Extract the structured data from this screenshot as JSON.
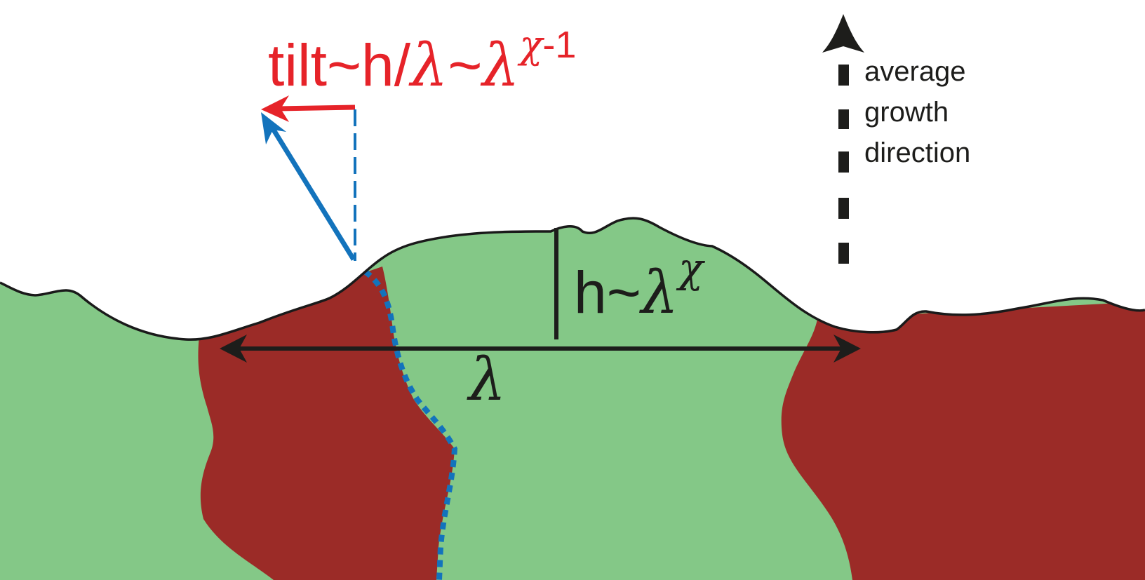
{
  "colors": {
    "green_grain": "#84c887",
    "red_grain": "#9b2b27",
    "outline": "#1a1a1a",
    "axis": "#1d1d1b",
    "tilt_red": "#e62329",
    "growth_blue": "#1373bc",
    "background": "#ffffff"
  },
  "tilt_label": {
    "prefix": "tilt~h/",
    "lambda": "λ",
    "tilde": "~",
    "lambda2": "λ",
    "exponent_chi": "χ",
    "exponent_rest": "-1"
  },
  "height_label": {
    "prefix": "h~",
    "lambda": "λ",
    "exponent_chi": "χ"
  },
  "width_label": "λ",
  "legend": {
    "line1": "average",
    "line2": "growth",
    "line3": "direction"
  }
}
